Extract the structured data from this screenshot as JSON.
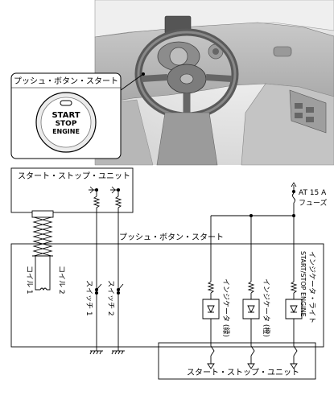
{
  "photo": {
    "callout_label": "プッシュ・ボタン・スタート",
    "button_lines": [
      "START",
      "STOP",
      "ENGINE"
    ]
  },
  "diagram": {
    "top_unit_label": "スタート・ストップ・ユニット",
    "fuse_line1": "AT 15 A",
    "fuse_line2": "フューズ",
    "push_button_label": "プッシュ・ボタン・スタート",
    "coil1_label": "コイル 1",
    "coil2_label": "コイル 2",
    "switch1_label": "スイッチ 1",
    "switch2_label": "スイッチ 2",
    "indicator_green_label": "インジケータ (緑)",
    "indicator_amber_label": "インジケータ (橙)",
    "start_stop_label_line1": "START/STOP ENGINE",
    "start_stop_label_line2": "インジケータ・ライト",
    "bottom_unit_label": "スタート・ストップ・ユニット"
  }
}
